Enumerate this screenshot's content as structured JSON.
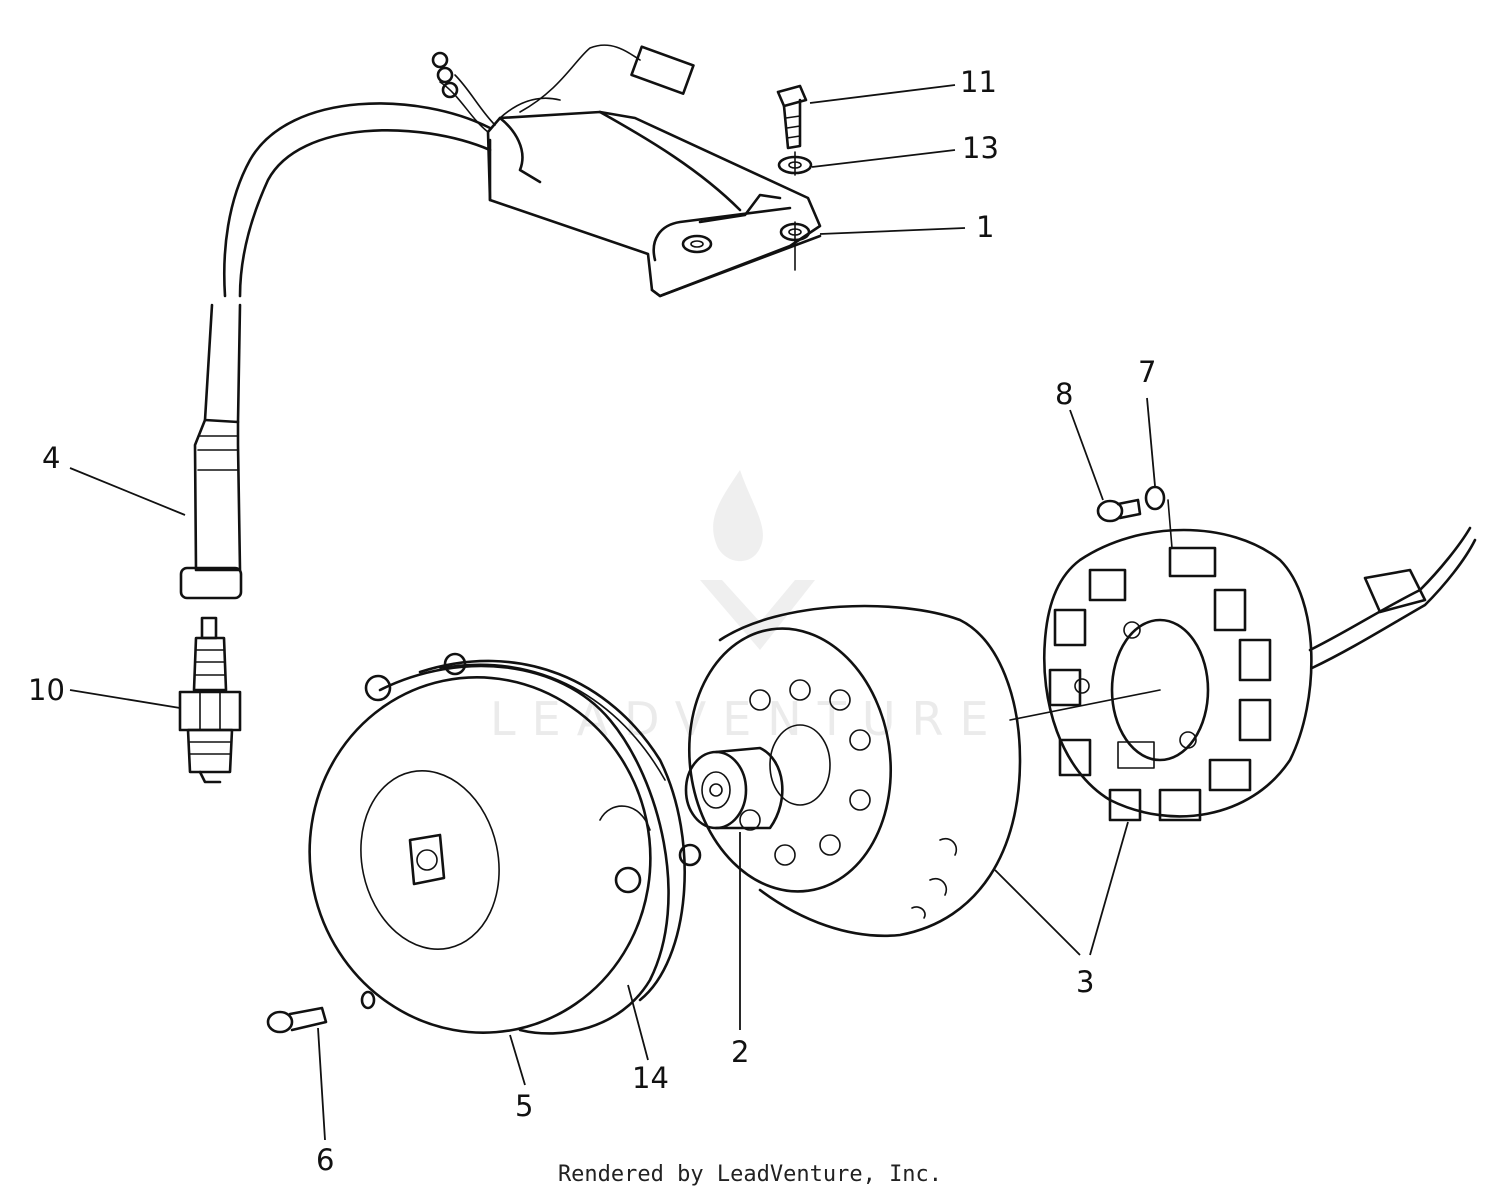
{
  "diagram": {
    "callouts": [
      {
        "id": "11",
        "text": "11"
      },
      {
        "id": "13",
        "text": "13"
      },
      {
        "id": "1",
        "text": "1"
      },
      {
        "id": "4",
        "text": "4"
      },
      {
        "id": "8",
        "text": "8"
      },
      {
        "id": "7",
        "text": "7"
      },
      {
        "id": "10",
        "text": "10"
      },
      {
        "id": "3",
        "text": "3"
      },
      {
        "id": "2",
        "text": "2"
      },
      {
        "id": "14",
        "text": "14"
      },
      {
        "id": "5",
        "text": "5"
      },
      {
        "id": "6",
        "text": "6"
      }
    ],
    "watermark": "LEADVENTURE",
    "credit": "Rendered by LeadVenture, Inc."
  }
}
